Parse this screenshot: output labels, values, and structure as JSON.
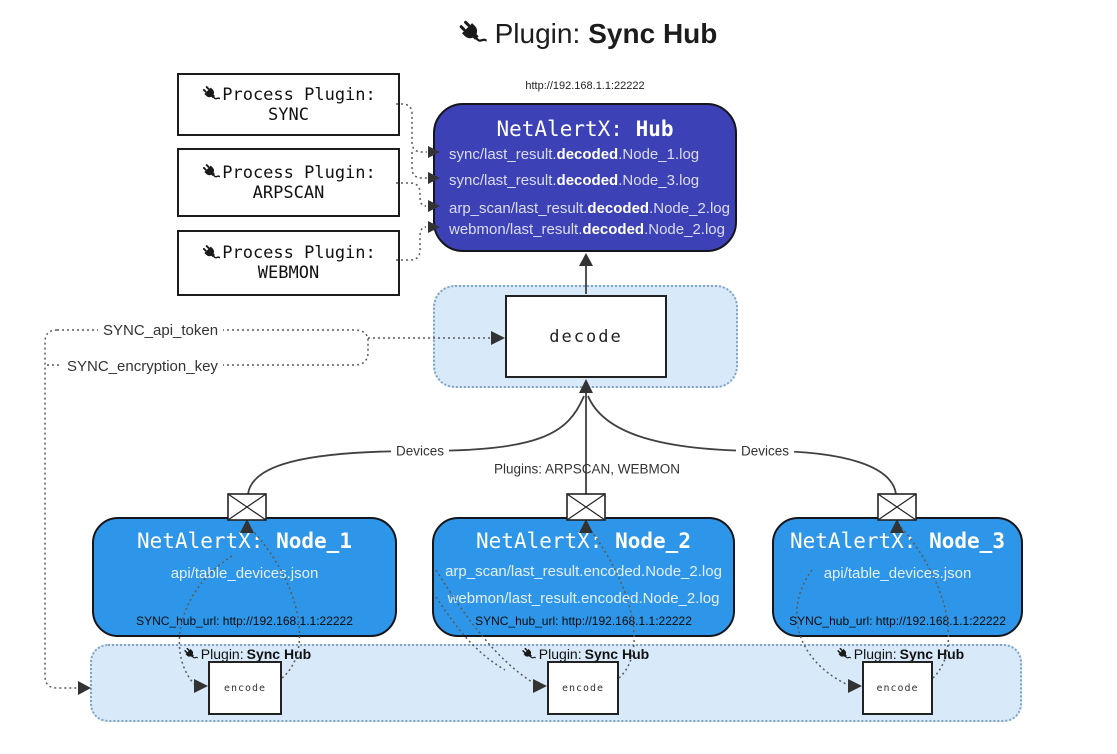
{
  "title": {
    "prefix": "Plugin:",
    "name": "Sync Hub"
  },
  "icons": {
    "title": "plug-icon",
    "process": "plug-icon",
    "node_mail": "envelope-icon"
  },
  "process_plugins": [
    {
      "label": "Process Plugin:",
      "name": "SYNC"
    },
    {
      "label": "Process Plugin:",
      "name": "ARPSCAN"
    },
    {
      "label": "Process Plugin:",
      "name": "WEBMON"
    }
  ],
  "hub": {
    "url": "http://192.168.1.1:22222",
    "title_prefix": "NetAlertX:",
    "title_name": "Hub",
    "logs": [
      {
        "pre": "sync/last_result.",
        "bold": "decoded",
        "post": ".Node_1.log"
      },
      {
        "pre": "sync/last_result.",
        "bold": "decoded",
        "post": ".Node_3.log"
      },
      {
        "pre": "arp_scan/last_result.",
        "bold": "decoded",
        "post": ".Node_2.log"
      },
      {
        "pre": "webmon/last_result.",
        "bold": "decoded",
        "post": ".Node_2.log"
      }
    ]
  },
  "decode": {
    "label": "decode"
  },
  "tokens": {
    "api_token": "SYNC_api_token",
    "encryption_key": "SYNC_encryption_key"
  },
  "edges": {
    "devices_left": "Devices",
    "devices_right": "Devices",
    "plugins_mid": "Plugins: ARPSCAN, WEBMON"
  },
  "nodes": [
    {
      "title_prefix": "NetAlertX:",
      "title_name": "Node_1",
      "files": [
        "api/table_devices.json"
      ],
      "hub_url": "SYNC_hub_url: http://192.168.1.1:22222"
    },
    {
      "title_prefix": "NetAlertX:",
      "title_name": "Node_2",
      "files": [
        "arp_scan/last_result.encoded.Node_2.log",
        "webmon/last_result.encoded.Node_2.log"
      ],
      "hub_url": "SYNC_hub_url: http://192.168.1.1:22222"
    },
    {
      "title_prefix": "NetAlertX:",
      "title_name": "Node_3",
      "files": [
        "api/table_devices.json"
      ],
      "hub_url": "SYNC_hub_url: http://192.168.1.1:22222"
    }
  ],
  "sync_bar": {
    "instances": [
      {
        "label_prefix": "Plugin:",
        "label_name": "Sync Hub",
        "encode_label": "encode"
      },
      {
        "label_prefix": "Plugin:",
        "label_name": "Sync Hub",
        "encode_label": "encode"
      },
      {
        "label_prefix": "Plugin:",
        "label_name": "Sync Hub",
        "encode_label": "encode"
      }
    ]
  },
  "colors": {
    "hub_fill": "#3C41B5",
    "node_fill": "#2E96E8",
    "panel_fill": "#D8EAF9",
    "panel_border": "#7FA3C4",
    "line_dark": "#404040",
    "dot_line": "#5a5a5a",
    "text_on_hub": "#DCDDF2",
    "text_on_node": "#E3F0FC"
  }
}
